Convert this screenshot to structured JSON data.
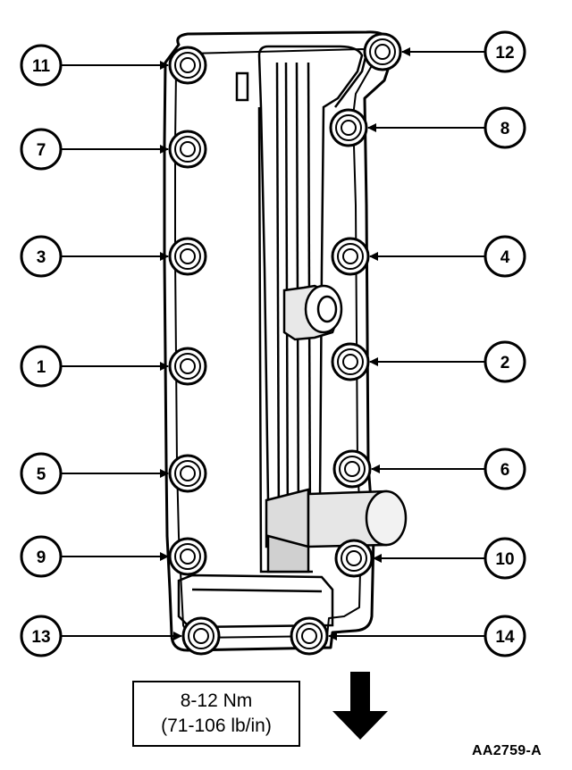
{
  "callouts": [
    {
      "id": "c11",
      "label": "11"
    },
    {
      "id": "c7",
      "label": "7"
    },
    {
      "id": "c3",
      "label": "3"
    },
    {
      "id": "c1",
      "label": "1"
    },
    {
      "id": "c5",
      "label": "5"
    },
    {
      "id": "c9",
      "label": "9"
    },
    {
      "id": "c13",
      "label": "13"
    },
    {
      "id": "c12",
      "label": "12"
    },
    {
      "id": "c8",
      "label": "8"
    },
    {
      "id": "c4",
      "label": "4"
    },
    {
      "id": "c2",
      "label": "2"
    },
    {
      "id": "c6",
      "label": "6"
    },
    {
      "id": "c10",
      "label": "10"
    },
    {
      "id": "c14",
      "label": "14"
    }
  ],
  "torque_spec": {
    "metric": "8-12 Nm",
    "imperial": "(71-106 lb/in)"
  },
  "figure_id": "AA2759-A",
  "icons": {
    "arrow": "down-arrow-icon"
  }
}
